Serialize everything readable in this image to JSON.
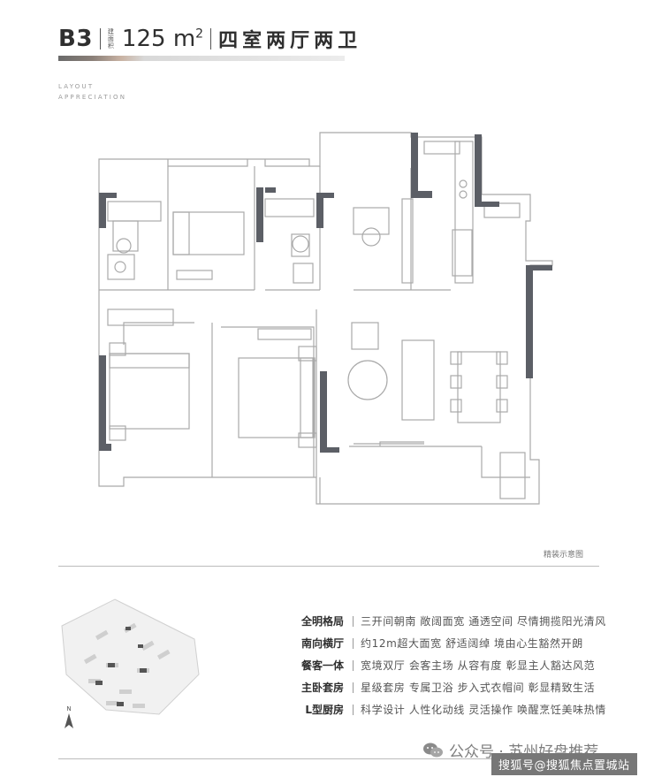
{
  "header": {
    "unit_code": "B3",
    "area_label": "建面积",
    "area_value": "125 m",
    "area_sup": "2",
    "layout_type": "四室两厅两卫"
  },
  "eng_title": {
    "line1": "LAYOUT",
    "line2": "APPRECIATION"
  },
  "plan_caption": "精装示意图",
  "features": [
    {
      "title": "全明格局",
      "text": "三开间朝南  敞阔面宽  通透空间  尽情拥揽阳光清风"
    },
    {
      "title": "南向横厅",
      "text": "约12m超大面宽  舒适阔绰  境由心生豁然开朗"
    },
    {
      "title": "餐客一体",
      "text": "宽境双厅  会客主场  从容有度  彰显主人豁达风范"
    },
    {
      "title": "主卧套房",
      "text": "星级套房  专属卫浴  步入式衣帽间  彰显精致生活"
    },
    {
      "title": "L型厨房",
      "text": "科学设计  人性化动线  灵活操作  唤醒烹饪美味热情"
    }
  ],
  "watermark": {
    "text": "公众号 · 苏州好盘推荐",
    "badge": "搜狐号@搜狐焦点置城站"
  },
  "colors": {
    "wall": "#5c5f66",
    "line": "#a9a9a9",
    "text_dark": "#2f2f2f",
    "text_gray": "#555555"
  },
  "icons": {
    "north": "north-arrow-icon",
    "wechat": "wechat-icon"
  }
}
